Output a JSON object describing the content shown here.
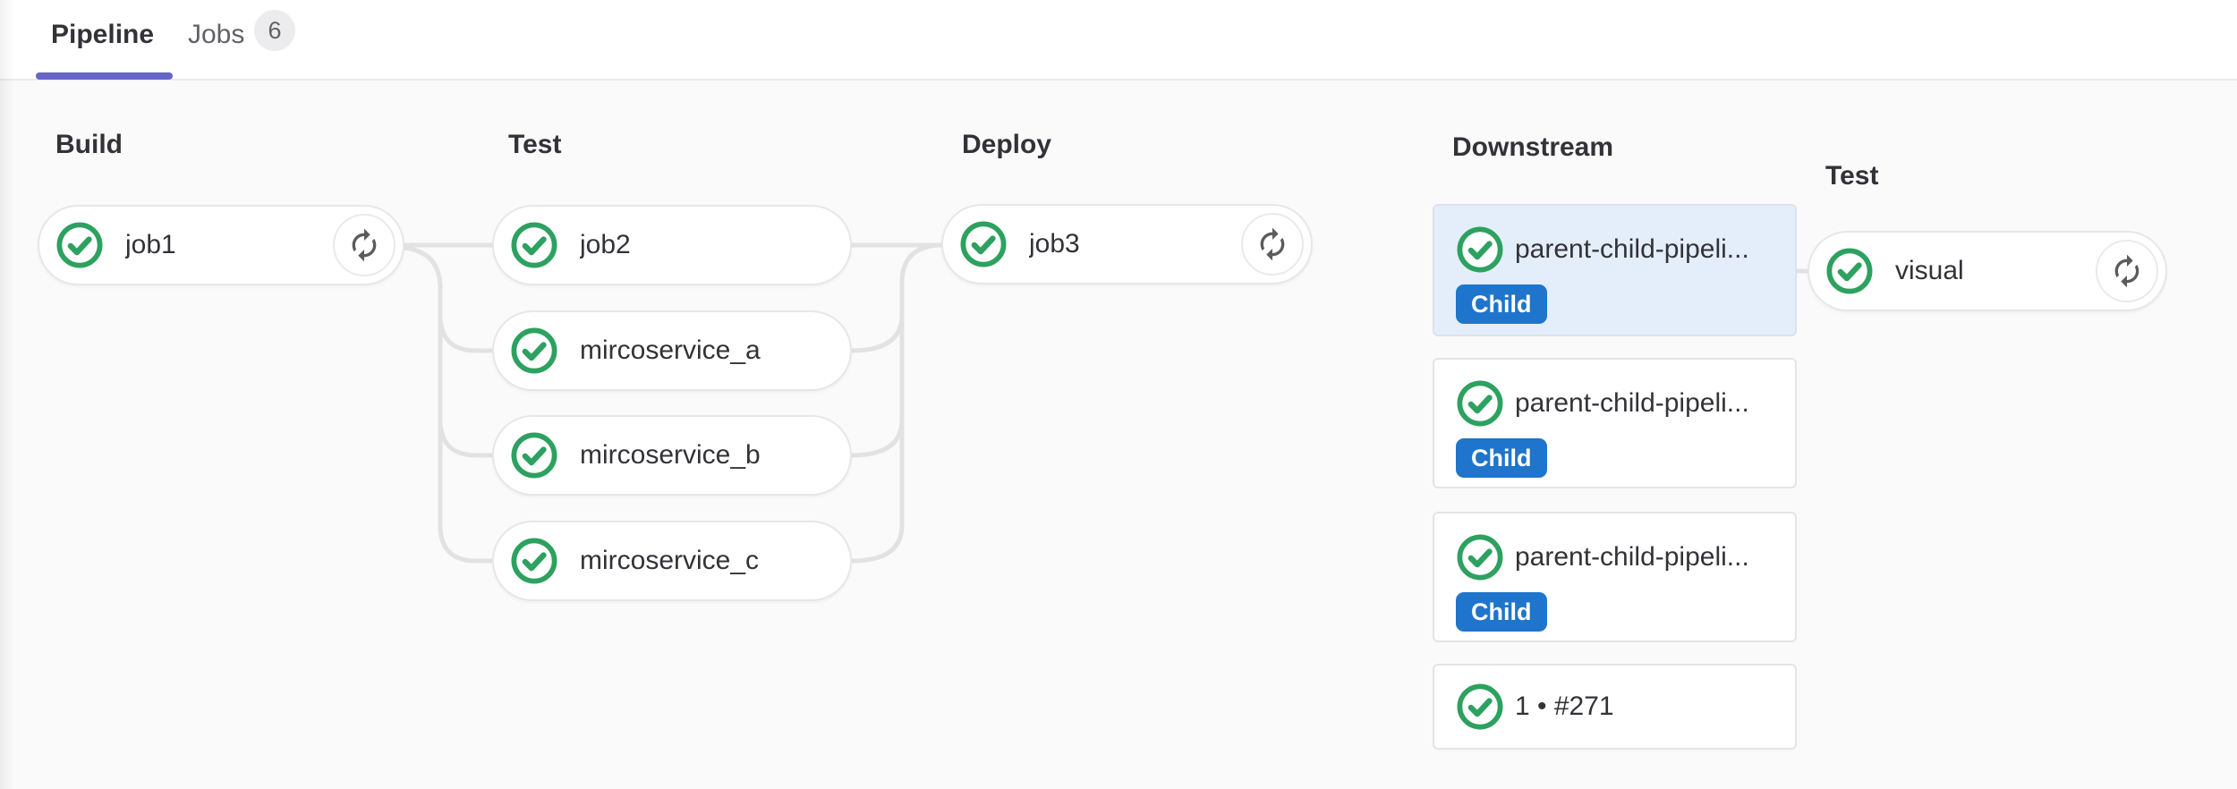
{
  "tabs": {
    "pipeline": {
      "label": "Pipeline"
    },
    "jobs": {
      "label": "Jobs",
      "count": "6"
    }
  },
  "stages": [
    {
      "title": "Build",
      "jobs": [
        {
          "name": "job1",
          "status": "success",
          "retry": true
        }
      ]
    },
    {
      "title": "Test",
      "jobs": [
        {
          "name": "job2",
          "status": "success"
        },
        {
          "name": "mircoservice_a",
          "status": "success"
        },
        {
          "name": "mircoservice_b",
          "status": "success"
        },
        {
          "name": "mircoservice_c",
          "status": "success"
        }
      ]
    },
    {
      "title": "Deploy",
      "jobs": [
        {
          "name": "job3",
          "status": "success",
          "retry": true
        }
      ]
    }
  ],
  "downstream": {
    "title": "Downstream",
    "cards": [
      {
        "name": "parent-child-pipeli...",
        "badge": "Child",
        "status": "success",
        "selected": true
      },
      {
        "name": "parent-child-pipeli...",
        "badge": "Child",
        "status": "success"
      },
      {
        "name": "parent-child-pipeli...",
        "badge": "Child",
        "status": "success"
      },
      {
        "name": "1 • #271",
        "status": "success"
      }
    ]
  },
  "downstream_stage": {
    "title": "Test",
    "jobs": [
      {
        "name": "visual",
        "status": "success",
        "retry": true
      }
    ]
  },
  "colors": {
    "success_green": "#2da160",
    "child_badge_blue": "#1f75cb",
    "active_tab_indicator": "#6666c4",
    "selected_card_bg": "#e4eefa",
    "connector_gray": "#e2e2e2"
  }
}
